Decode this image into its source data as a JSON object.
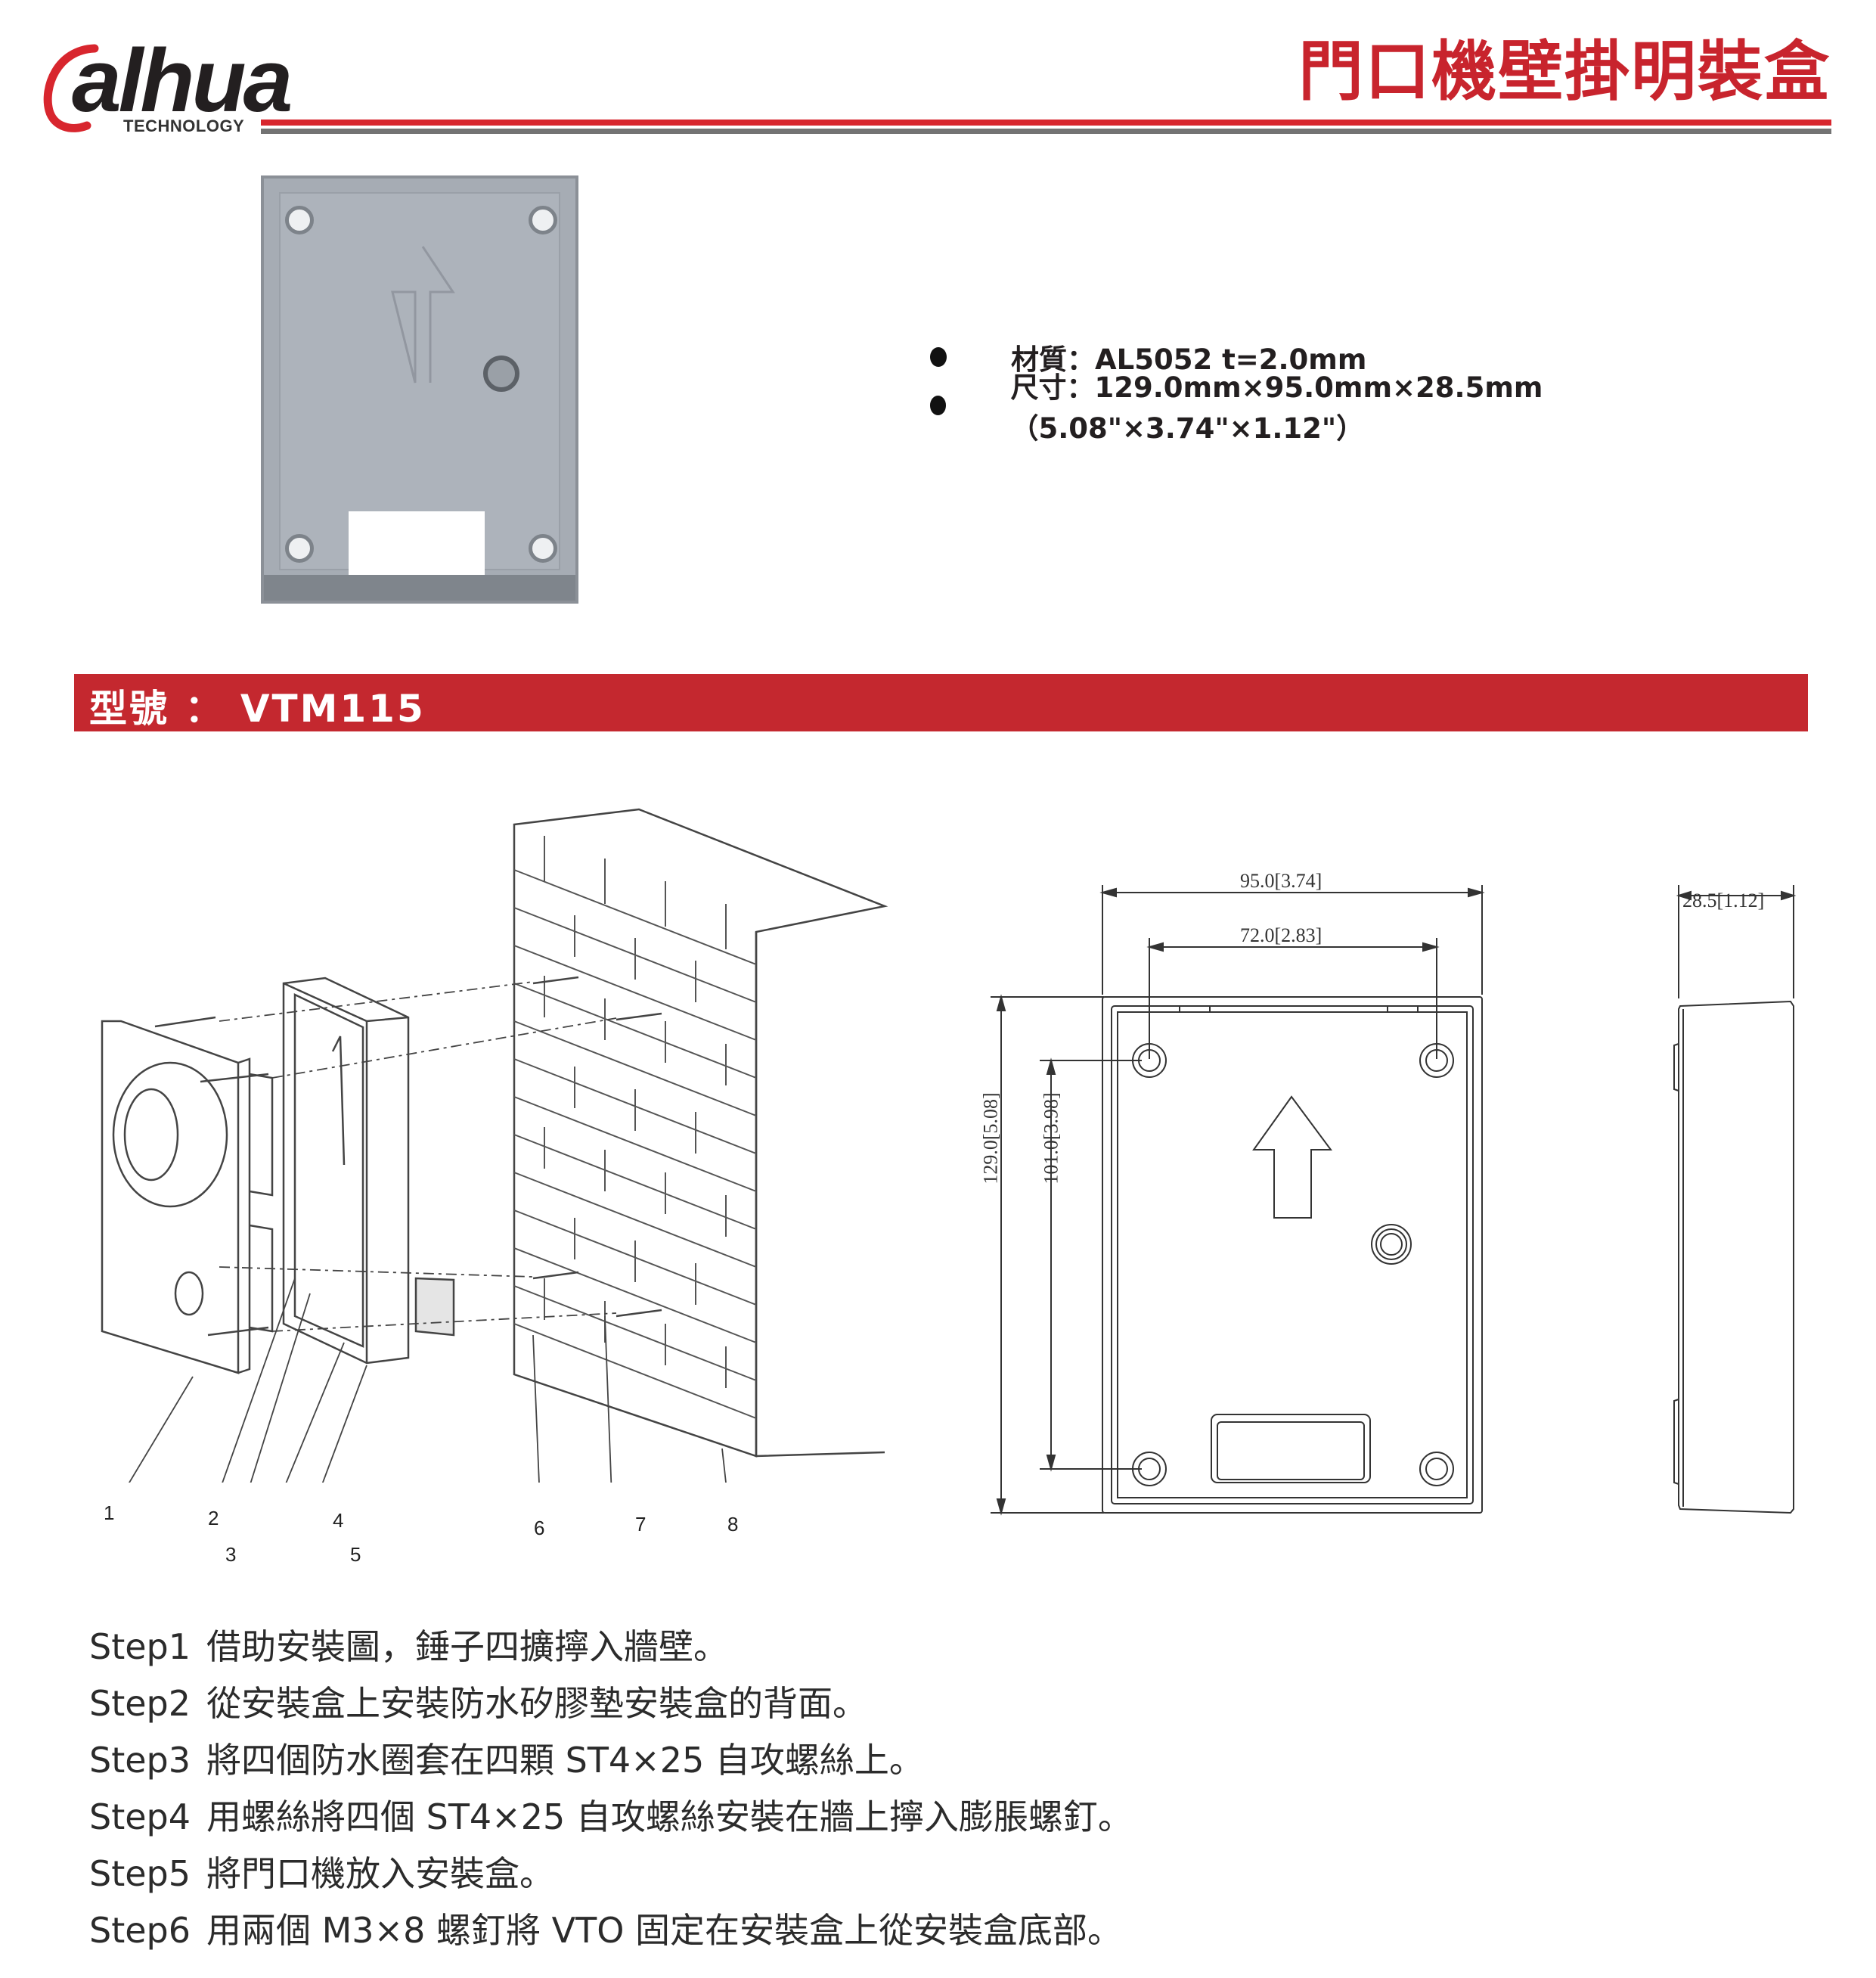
{
  "header": {
    "brand": "alhua",
    "brand_sub": "TECHNOLOGY",
    "title": "門口機壁掛明裝盒",
    "colors": {
      "accent_red": "#c8242d",
      "rule_red": "#d8262e",
      "rule_gray": "#737373",
      "banner_red": "#c4282f"
    }
  },
  "specs": [
    {
      "label": "材質：AL5052 t=2.0mm"
    },
    {
      "label": "尺寸：129.0mm×95.0mm×28.5mm（5.08\"×3.74\"×1.12\"）"
    }
  ],
  "model": {
    "label": "型號 ： VTM115"
  },
  "diagram": {
    "callouts": [
      "1",
      "2",
      "3",
      "4",
      "5",
      "6",
      "7",
      "8"
    ],
    "front_view": {
      "width_dim": "95.0[3.74]",
      "hole_spacing_h": "72.0[2.83]",
      "height_dim": "129.0[5.08]",
      "hole_spacing_v": "101.0[3.98]"
    },
    "side_view": {
      "depth_dim": "28.5[1.12]"
    }
  },
  "steps": [
    {
      "label": "Step1",
      "text": "借助安裝圖，錘子四擴擰入牆壁。"
    },
    {
      "label": "Step2",
      "text": "從安裝盒上安裝防水矽膠墊安裝盒的背面。"
    },
    {
      "label": "Step3",
      "text": "將四個防水圈套在四顆 ST4×25 自攻螺絲上。"
    },
    {
      "label": "Step4",
      "text": "用螺絲將四個 ST4×25 自攻螺絲安裝在牆上擰入膨脹螺釘。"
    },
    {
      "label": "Step5",
      "text": "將門口機放入安裝盒。"
    },
    {
      "label": "Step6",
      "text": "用兩個  M3×8  螺釘將  VTO  固定在安裝盒上從安裝盒底部。"
    }
  ]
}
